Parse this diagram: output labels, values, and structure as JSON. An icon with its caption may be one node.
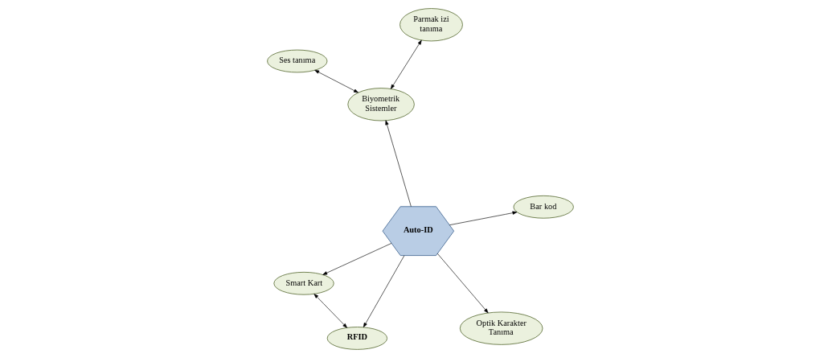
{
  "diagram": {
    "nodes": [
      {
        "text": [
          "Auto-ID"
        ]
      },
      {
        "text": [
          "Bar kod"
        ]
      },
      {
        "text": [
          "Optik Karakter Tanıma"
        ]
      },
      {
        "text": [
          "Biyometrik Sistemler"
        ]
      },
      {
        "text": [
          "Parmak izi tanıma"
        ]
      },
      {
        "text": [
          "Ses tanıma"
        ]
      },
      {
        "text": [
          "Smart Kart"
        ]
      },
      {
        "text": [
          "RFID"
        ]
      }
    ],
    "edges": [
      {
        "from": 0,
        "to": 1,
        "arrow": "to"
      },
      {
        "from": 0,
        "to": 2,
        "arrow": "to"
      },
      {
        "from": 0,
        "to": 3,
        "arrow": "to"
      },
      {
        "from": 3,
        "to": 4,
        "arrow": "both"
      },
      {
        "from": 3,
        "to": 5,
        "arrow": "both"
      },
      {
        "from": 0,
        "to": 6,
        "arrow": "to"
      },
      {
        "from": 0,
        "to": 7,
        "arrow": "to"
      },
      {
        "from": 6,
        "to": 7,
        "arrow": "both"
      }
    ]
  }
}
